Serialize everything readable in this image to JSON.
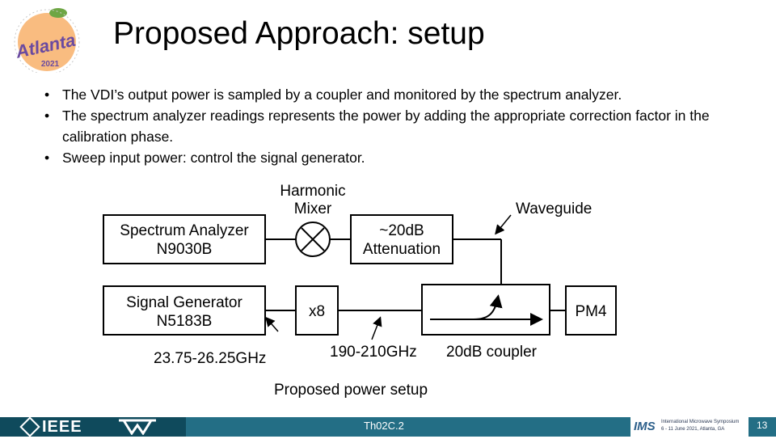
{
  "slide": {
    "title": "Proposed Approach: setup",
    "bullets": [
      "The VDI’s output power is sampled by a coupler and monitored by the spectrum analyzer.",
      " The spectrum analyzer readings represents the power by adding the appropriate correction factor in the calibration phase.",
      "Sweep input power: control the signal generator."
    ],
    "caption": "Proposed power setup"
  },
  "logo": {
    "city": "Atlanta",
    "year": "2021",
    "accent_color": "#f4a24a"
  },
  "diagram": {
    "harmonic_mixer_label_1": "Harmonic",
    "harmonic_mixer_label_2": "Mixer",
    "waveguide_label": "Waveguide",
    "spectrum_analyzer_1": "Spectrum Analyzer",
    "spectrum_analyzer_2": "N9030B",
    "attenuation_1": "~20dB",
    "attenuation_2": "Attenuation",
    "signal_generator_1": "Signal Generator",
    "signal_generator_2": "N5183B",
    "multiplier": "x8",
    "pm4": "PM4",
    "freq_in": "23.75-26.25GHz",
    "freq_out": "190-210GHz",
    "coupler": "20dB coupler"
  },
  "footer": {
    "ieee": "IEEE",
    "session": "Th02C.2",
    "ims_abbr": "IMS",
    "ims_line1": "International Microwave Symposium",
    "ims_line2": "6 - 11 June 2021, Atlanta, GA",
    "page_number": "13",
    "bar_color": "#236e85"
  }
}
